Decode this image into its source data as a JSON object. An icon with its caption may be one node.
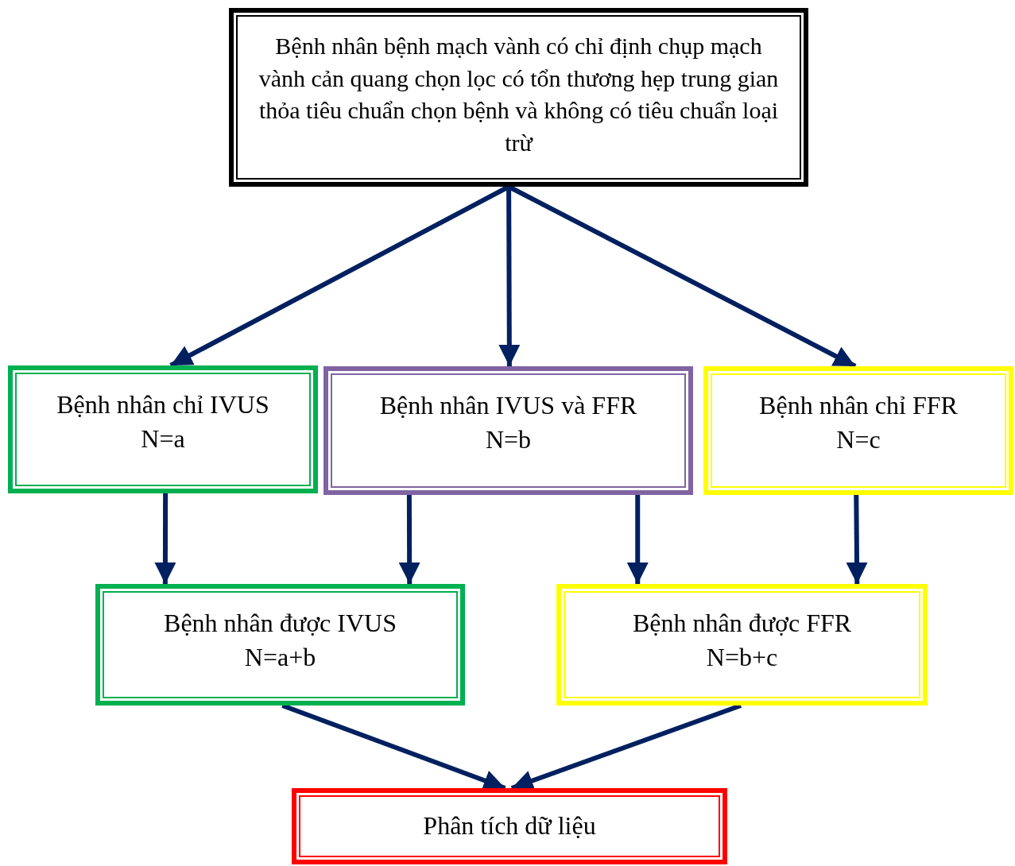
{
  "diagram": {
    "nodes": [
      {
        "text": [
          "Bệnh nhân bệnh mạch vành có chỉ định chụp mạch vành cản quang chọn lọc có tổn thương hẹp trung gian thỏa tiêu chuẩn chọn bệnh và không có tiêu chuẩn loại trừ"
        ]
      },
      {
        "text": [
          "Bệnh nhân chỉ IVUS",
          "N=a"
        ]
      },
      {
        "text": [
          "Bệnh nhân IVUS và FFR",
          "N=b"
        ]
      },
      {
        "text": [
          "Bệnh nhân chỉ FFR",
          "N=c"
        ]
      },
      {
        "text": [
          "Bệnh nhân được IVUS",
          "N=a+b"
        ]
      },
      {
        "text": [
          "Bệnh nhân được FFR",
          "N=b+c"
        ]
      },
      {
        "text": [
          "Phân tích dữ liệu"
        ]
      }
    ],
    "edges": [
      {
        "from": 0,
        "to": 1,
        "arrow": "to"
      },
      {
        "from": 0,
        "to": 2,
        "arrow": "to"
      },
      {
        "from": 0,
        "to": 3,
        "arrow": "to"
      },
      {
        "from": 1,
        "to": 4,
        "arrow": "to"
      },
      {
        "from": 2,
        "to": 4,
        "arrow": "to"
      },
      {
        "from": 2,
        "to": 5,
        "arrow": "to"
      },
      {
        "from": 3,
        "to": 5,
        "arrow": "to"
      },
      {
        "from": 4,
        "to": 6,
        "arrow": "to"
      },
      {
        "from": 5,
        "to": 6,
        "arrow": "to"
      }
    ]
  }
}
